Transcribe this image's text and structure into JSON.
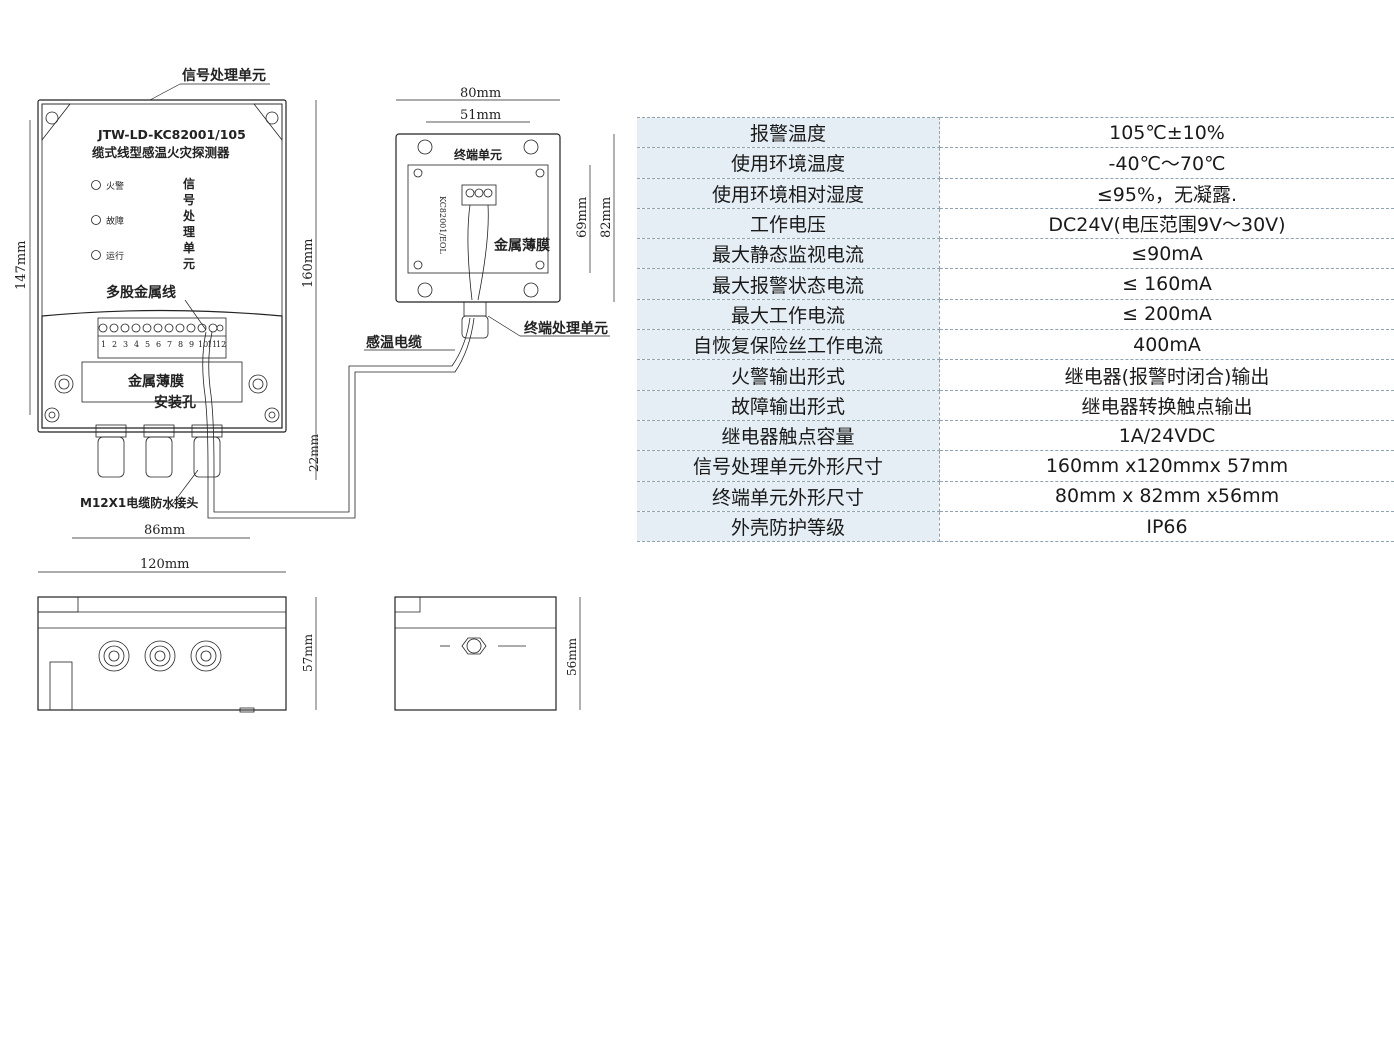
{
  "diagram": {
    "label_signal_unit": "信号处理单元",
    "model": "JTW-LD-KC82001/105",
    "product_name": "缆式线型感温火灾探测器",
    "led_fire": "火警",
    "led_fault": "故障",
    "led_run": "运行",
    "vertical_label": [
      "信",
      "号",
      "处",
      "理",
      "单",
      "元"
    ],
    "label_multi_wire": "多股金属线",
    "label_membrane": "金属薄膜",
    "label_mount_hole": "安装孔",
    "label_connector": "M12X1电缆防水接头",
    "label_cable": "感温电缆",
    "label_terminal_unit": "终端单元",
    "label_terminal_membrane": "金属薄膜",
    "label_terminal_processing": "终端处理单元",
    "terminal_model": "KC82001/EOL",
    "terminal_numbers": [
      "1",
      "2",
      "3",
      "4",
      "5",
      "6",
      "7",
      "8",
      "9",
      "10",
      "11",
      "12"
    ],
    "dims": {
      "d147": "147mm",
      "d160": "160mm",
      "d22": "22mm",
      "d86": "86mm",
      "d120": "120mm",
      "d80": "80mm",
      "d51": "51mm",
      "d69": "69mm",
      "d82": "82mm",
      "d57": "57mm",
      "d56": "56mm"
    }
  },
  "specs": [
    {
      "key": "报警温度",
      "value": "105℃±10%"
    },
    {
      "key": "使用环境温度",
      "value": "-40℃～70℃"
    },
    {
      "key": "使用环境相对湿度",
      "value": "≤95%，无凝露."
    },
    {
      "key": "工作电压",
      "value": "DC24V(电压范围9V～30V)"
    },
    {
      "key": "最大静态监视电流",
      "value": "≤90mA"
    },
    {
      "key": "最大报警状态电流",
      "value": "≤ 160mA"
    },
    {
      "key": "最大工作电流",
      "value": "≤ 200mA"
    },
    {
      "key": "自恢复保险丝工作电流",
      "value": "400mA"
    },
    {
      "key": "火警输出形式",
      "value": "继电器(报警时闭合)输出"
    },
    {
      "key": "故障输出形式",
      "value": "继电器转换触点输出"
    },
    {
      "key": "继电器触点容量",
      "value": "1A/24VDC"
    },
    {
      "key": "信号处理单元外形尺寸",
      "value": "160mm x120mmx 57mm"
    },
    {
      "key": "终端单元外形尺寸",
      "value": "80mm x 82mm x56mm"
    },
    {
      "key": "外壳防护等级",
      "value": "IP66"
    }
  ]
}
